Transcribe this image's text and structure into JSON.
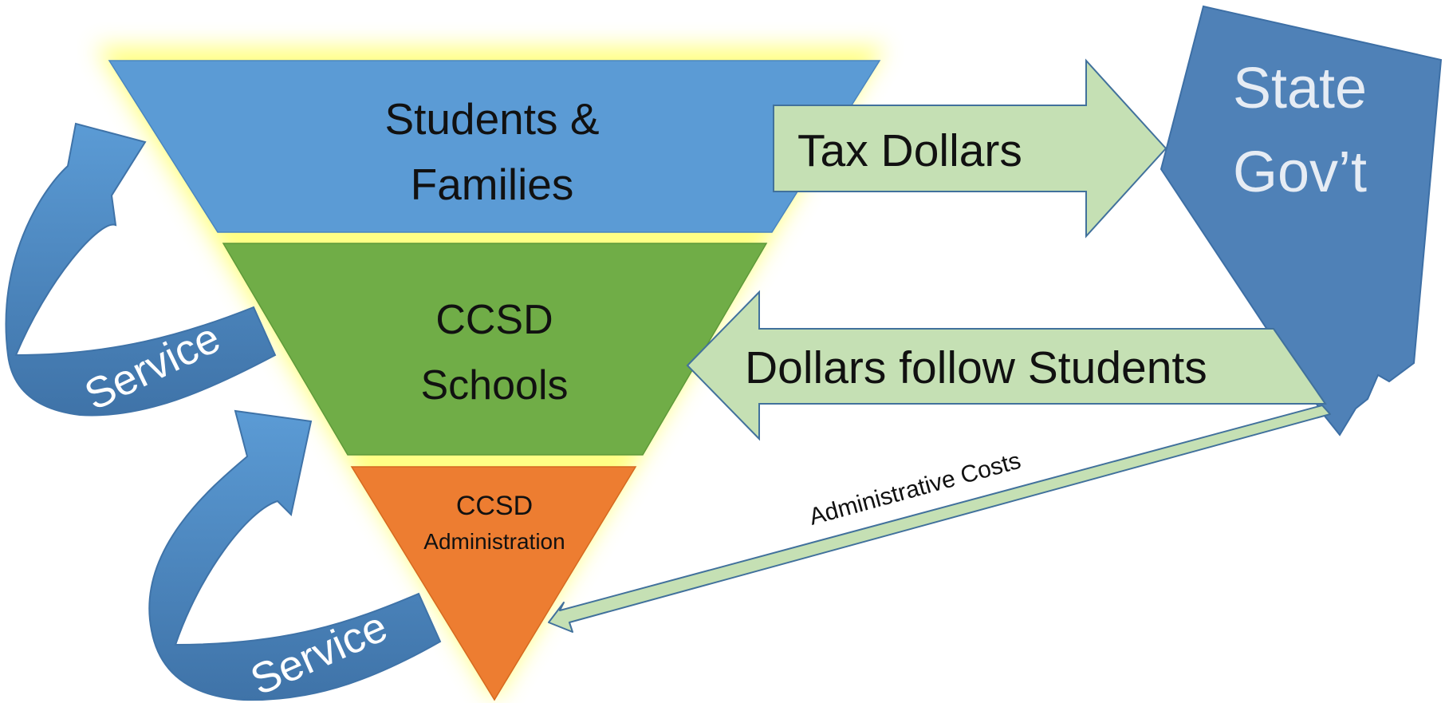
{
  "diagram": {
    "tiers": {
      "students": {
        "line1": "Students &",
        "line2": "Families",
        "color": "#5b9bd5"
      },
      "schools": {
        "line1": "CCSD",
        "line2": "Schools",
        "color": "#70ad47"
      },
      "admin": {
        "line1": "CCSD",
        "line2": "Administration",
        "color": "#ed7d31"
      }
    },
    "state": {
      "line1": "State",
      "line2": "Gov’t",
      "color": "#4f81b7"
    },
    "arrows": {
      "tax": {
        "label": "Tax Dollars"
      },
      "follow": {
        "label": "Dollars follow Students"
      },
      "admin_costs": {
        "label": "Administrative Costs"
      }
    },
    "service_upper": {
      "label": "Service"
    },
    "service_lower": {
      "label": "Service"
    },
    "colors": {
      "flow_fill": "#c5e0b4",
      "flow_stroke": "#41719c",
      "service_blue": "#5a95d0",
      "service_dark": "#4677b5",
      "glow": "#ffff66"
    }
  }
}
